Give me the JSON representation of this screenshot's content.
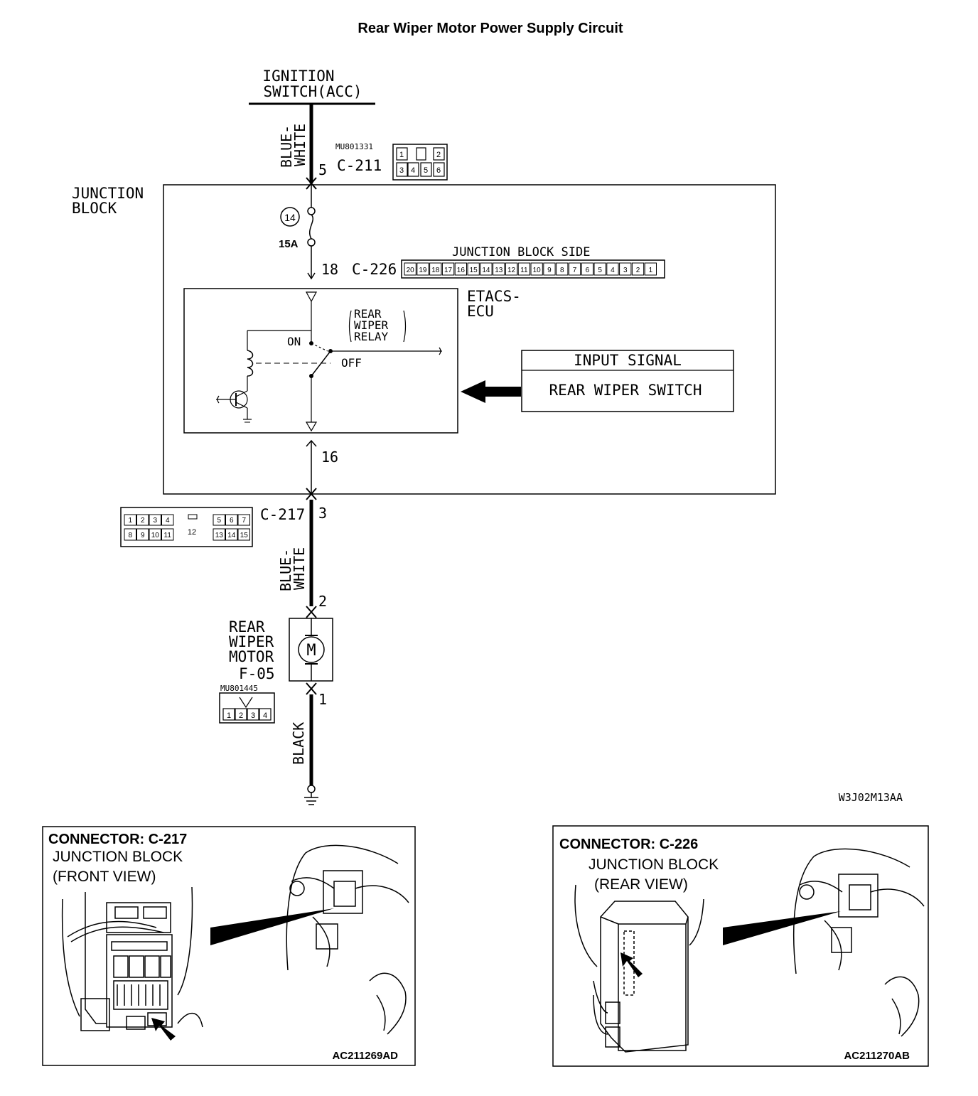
{
  "title": "Rear Wiper Motor Power Supply Circuit",
  "ignition": {
    "line1": "IGNITION",
    "line2": "SWITCH(ACC)"
  },
  "wire_top": {
    "color_line1": "BLUE-",
    "color_line2": "WHITE"
  },
  "c211": {
    "part_no": "MU801331",
    "pin": "5",
    "name": "C-211",
    "cells": [
      "1",
      "2",
      "3",
      "4",
      "5",
      "6"
    ]
  },
  "junction_block": {
    "line1": "JUNCTION",
    "line2": "BLOCK"
  },
  "fuse": {
    "number": "14",
    "rating": "15A"
  },
  "c226": {
    "pin": "18",
    "name": "C-226",
    "side_label": "JUNCTION BLOCK SIDE",
    "cells": [
      "20",
      "19",
      "18",
      "17",
      "16",
      "15",
      "14",
      "13",
      "12",
      "11",
      "10",
      "9",
      "8",
      "7",
      "6",
      "5",
      "4",
      "3",
      "2",
      "1"
    ]
  },
  "etacs": {
    "line1": "ETACS-",
    "line2": "ECU"
  },
  "relay": {
    "line1": "REAR",
    "line2": "WIPER",
    "line3": "RELAY",
    "on": "ON",
    "off": "OFF"
  },
  "input_box": {
    "header": "INPUT SIGNAL",
    "item": "REAR WIPER SWITCH"
  },
  "pin16": "16",
  "c217": {
    "name": "C-217",
    "pin": "3",
    "row1": [
      "1",
      "2",
      "3",
      "4",
      "5",
      "6",
      "7"
    ],
    "row2": [
      "8",
      "9",
      "10",
      "11",
      "13",
      "14",
      "15"
    ],
    "center": "12"
  },
  "wire_mid": {
    "color_line1": "BLUE-",
    "color_line2": "WHITE"
  },
  "motor": {
    "pin_in": "2",
    "pin_out": "1",
    "line1": "REAR",
    "line2": "WIPER",
    "line3": "MOTOR",
    "code": "F-05",
    "symbol": "M",
    "part_no": "MU801445",
    "cells": [
      "1",
      "2",
      "3",
      "4"
    ]
  },
  "wire_bottom": {
    "color": "BLACK"
  },
  "diagram_code": "W3J02M13AA",
  "panel_left": {
    "title": "CONNECTOR: C-217",
    "line1": "JUNCTION BLOCK",
    "line2": "(FRONT VIEW)",
    "code": "AC211269AD"
  },
  "panel_right": {
    "title": "CONNECTOR: C-226",
    "line1": "JUNCTION BLOCK",
    "line2": "(REAR VIEW)",
    "code": "AC211270AB"
  }
}
